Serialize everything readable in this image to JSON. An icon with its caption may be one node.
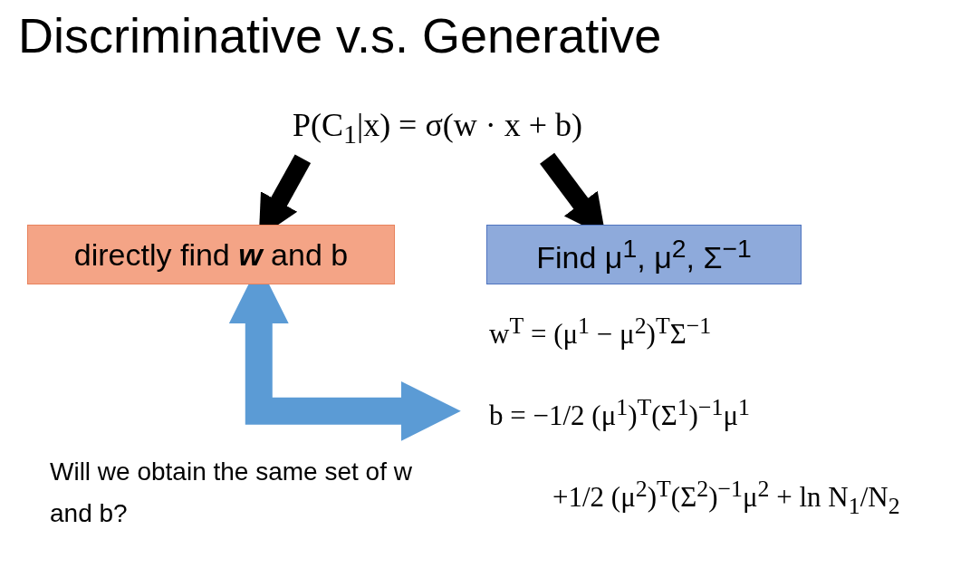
{
  "diagram": {
    "title": "Discriminative v.s. Generative",
    "nodes": [
      {
        "text": [
          "P(C$_{1}$|x) = σ(w · x + b)"
        ]
      },
      {
        "text": [
          "directly find **w** and b"
        ]
      },
      {
        "text": [
          "Find μ$^{1}$, μ$^{2}$, Σ$^{−1}$"
        ]
      },
      {
        "text": [
          "w$^{T}$ = (μ$^{1}$ − μ$^{2}$)$^{T}$Σ$^{−1}$",
          "b = −1/2 (μ$^{1}$)$^{T}$(Σ$^{1}$)$^{−1}$μ$^{1}$",
          "+1/2 (μ$^{2}$)$^{T}$(Σ$^{2}$)$^{−1}$μ$^{2}$ + ln N$_{1}$/N$_{2}$"
        ]
      }
    ],
    "edges": [
      {
        "from": 0,
        "to": 1,
        "arrow": "to"
      },
      {
        "from": 0,
        "to": 2,
        "arrow": "to"
      },
      {
        "from": 1,
        "to": 3,
        "arrow": "both",
        "color": "#5b9bd5"
      }
    ],
    "labels": [
      "Will we obtain the same set of w and b?"
    ]
  }
}
